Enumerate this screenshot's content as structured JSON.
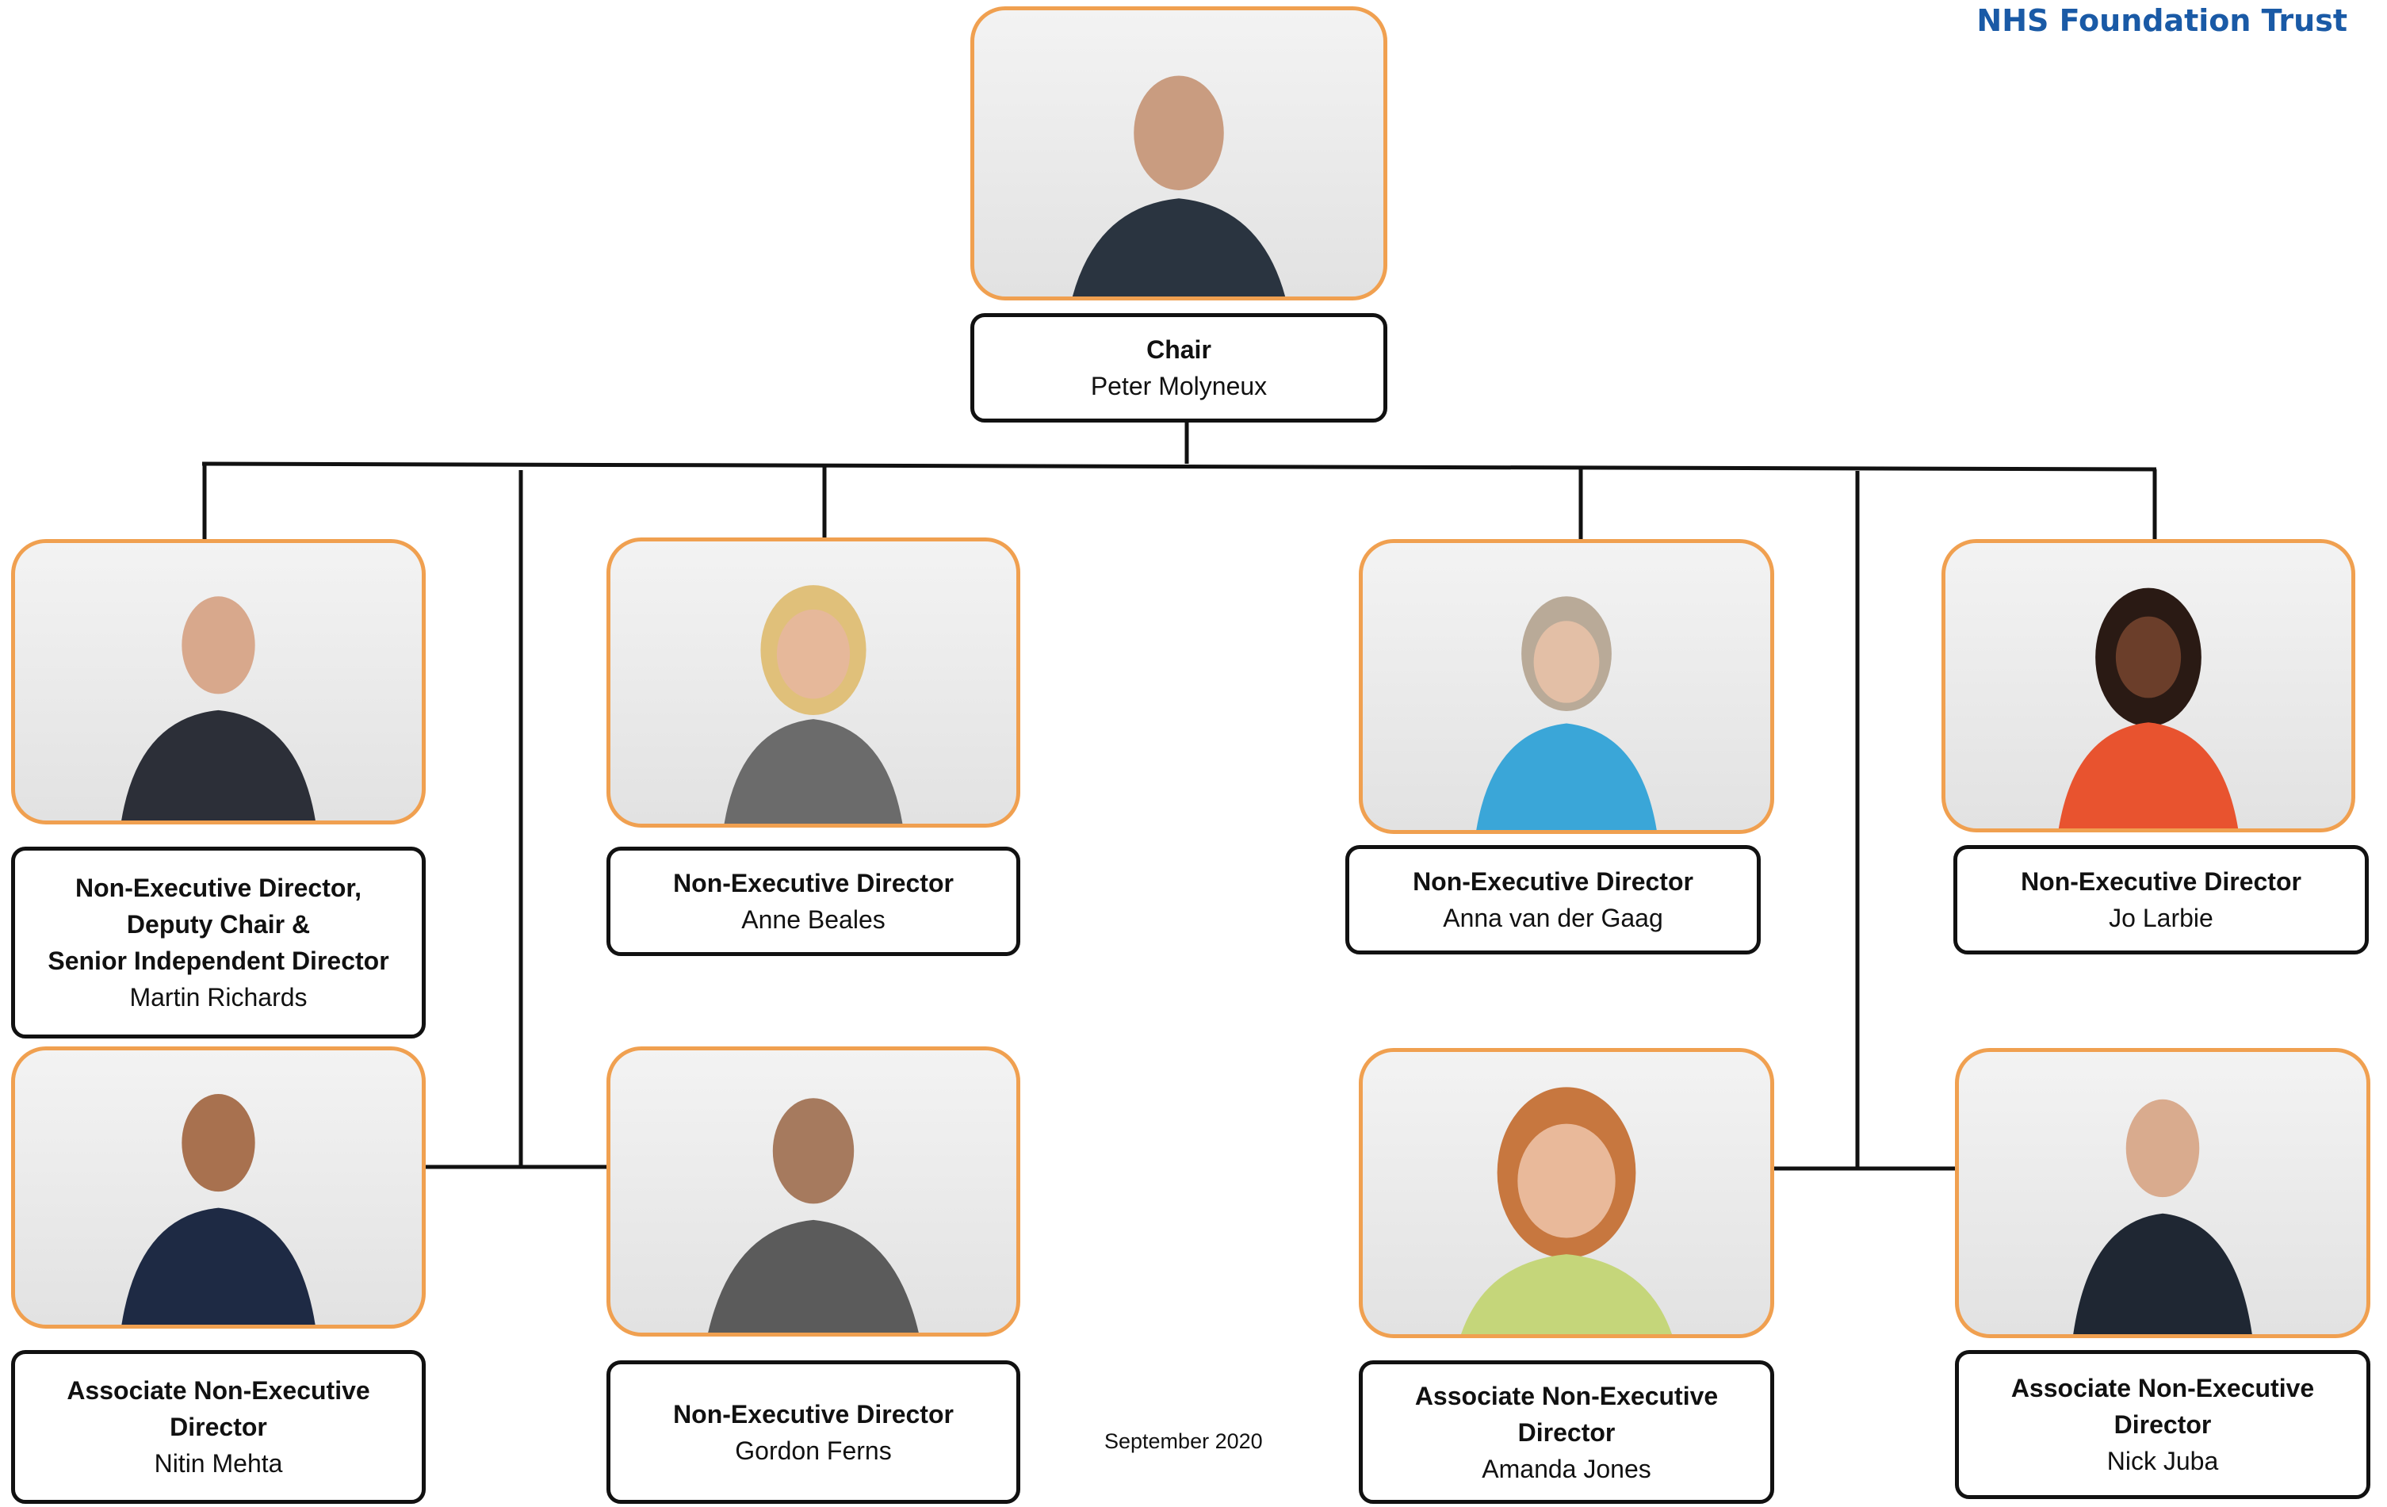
{
  "header": {
    "org_name": "NHS Foundation Trust"
  },
  "footer": {
    "date": "September 2020"
  },
  "chair": {
    "role": "Chair",
    "name": "Peter Molyneux",
    "photo_icon": "portrait-photo"
  },
  "members": [
    {
      "role_lines": [
        "Non-Executive Director,",
        "Deputy Chair &",
        "Senior Independent Director"
      ],
      "name": "Martin Richards",
      "photo_icon": "portrait-photo"
    },
    {
      "role_lines": [
        "Non-Executive Director"
      ],
      "name": "Anne Beales",
      "photo_icon": "portrait-photo"
    },
    {
      "role_lines": [
        "Non-Executive Director"
      ],
      "name": "Anna van der Gaag",
      "photo_icon": "portrait-photo"
    },
    {
      "role_lines": [
        "Non-Executive Director"
      ],
      "name": "Jo Larbie",
      "photo_icon": "portrait-photo"
    },
    {
      "role_lines": [
        "Associate Non-Executive",
        "Director"
      ],
      "name": "Nitin Mehta",
      "photo_icon": "portrait-photo"
    },
    {
      "role_lines": [
        "Non-Executive Director"
      ],
      "name": "Gordon Ferns",
      "photo_icon": "portrait-photo"
    },
    {
      "role_lines": [
        "Associate Non-Executive",
        "Director"
      ],
      "name": "Amanda Jones",
      "photo_icon": "portrait-photo"
    },
    {
      "role_lines": [
        "Associate Non-Executive",
        "Director"
      ],
      "name": "Nick Juba",
      "photo_icon": "portrait-photo"
    }
  ],
  "colors": {
    "photo_border": "#f0a050",
    "card_border": "#111111",
    "brand_text": "#1a5aa6",
    "connector": "#111111"
  }
}
